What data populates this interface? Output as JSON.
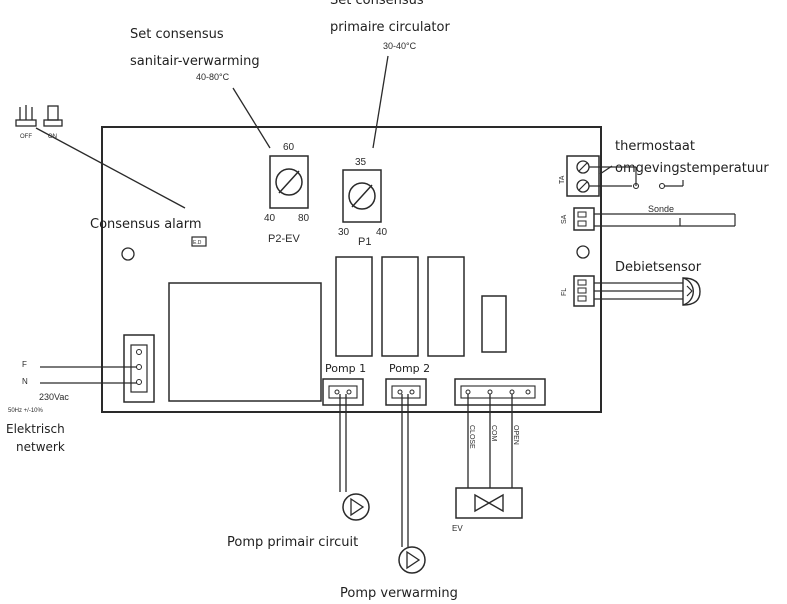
{
  "header_fragment": "",
  "labels": {
    "set_sanitair_line1": "Set consensus",
    "set_sanitair_line2": "sanitair-verwarming",
    "set_sanitair_range": "40-80°C",
    "set_primair_line1": "Set consensus",
    "set_primair_line2": "primaire circulator",
    "set_primair_range": "30-40°C",
    "thermostaat_line1": "thermostaat",
    "thermostaat_line2": "omgevingstemperatuur",
    "consensus_alarm": "Consensus alarm",
    "sonde": "Sonde",
    "debietsensor": "Debietsensor",
    "pomp1": "Pomp 1",
    "pomp2": "Pomp 2",
    "voltage": "230Vac",
    "freq": "50Hz +/-10%",
    "netwerk_line1": "Elektrisch",
    "netwerk_line2": "netwerk",
    "pomp_primair": "Pomp primair circuit",
    "pomp_verwarming": "Pomp verwarming",
    "ev": "EV"
  },
  "switch": {
    "off": "OFF",
    "on": "ON"
  },
  "pot_p2ev": {
    "value": "60",
    "min": "40",
    "max": "80",
    "name": "P2-EV"
  },
  "pot_p1": {
    "value": "35",
    "min": "30",
    "max": "40",
    "name": "P1"
  },
  "terminals": {
    "ta": "TA",
    "sa": "SA",
    "fl": "FL",
    "f": "F",
    "n": "N"
  },
  "valve_terminals": {
    "close": "CLOSE",
    "com": "COM",
    "open": "OPEN"
  }
}
